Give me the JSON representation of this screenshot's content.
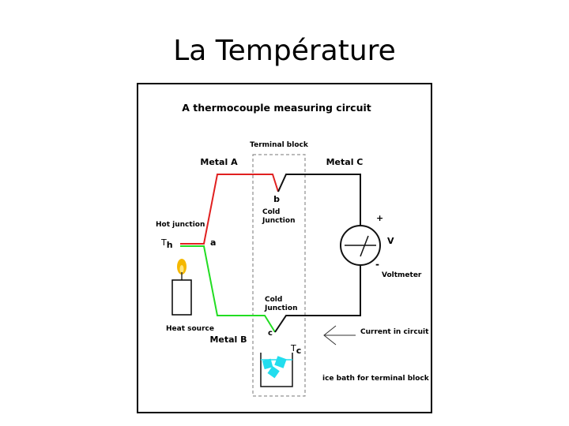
{
  "slide": {
    "title": "La Température"
  },
  "diagram": {
    "title": "A thermocouple measuring circuit",
    "terminal_block": "Terminal block",
    "metal_a": "Metal A",
    "metal_b": "Metal B",
    "metal_c": "Metal C",
    "junction_a": "a",
    "junction_b": "b",
    "junction_c": "c",
    "cold_junction_line1": "Cold",
    "cold_junction_line2": "Junction",
    "hot_junction": "Hot junction",
    "th_t": "T",
    "th_sub": "h",
    "tc_t": "T",
    "tc_sub": "c",
    "heat_source": "Heat source",
    "plus": "+",
    "minus": "-",
    "voltmeter_symbol": "V",
    "voltmeter": "Voltmeter",
    "current": "Current in circuit",
    "ice_bath": "ice bath for terminal block",
    "colors": {
      "metal_a": "#e02020",
      "metal_b": "#22dd22",
      "metal_c": "#111111",
      "ice": "#22ddee",
      "flame": "#f5b800"
    }
  }
}
